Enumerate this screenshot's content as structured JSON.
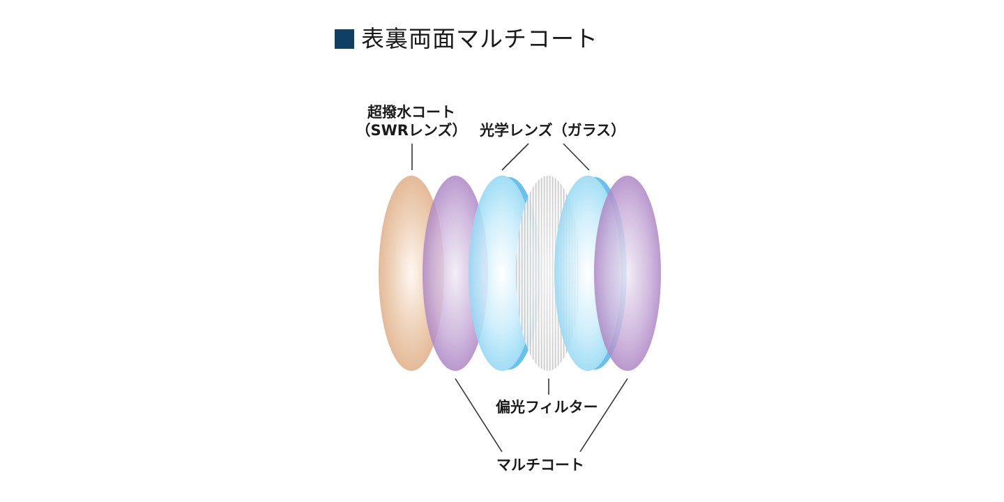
{
  "title": "表裏両面マルチコート",
  "labels": {
    "swr_line1": "超撥水コート",
    "swr_line2": "（SWRレンズ）",
    "optical": "光学レンズ（ガラス）",
    "polarizer": "偏光フィルター",
    "multicoat": "マルチコート"
  },
  "colors": {
    "title_square": "#0f3f63",
    "swr_coat": "#e2b58f",
    "multicoat": "#b28ac8",
    "glass": "#8fd6f3",
    "glass_edge": "#4fb6e6",
    "polarizer": "#cfcfcf"
  }
}
